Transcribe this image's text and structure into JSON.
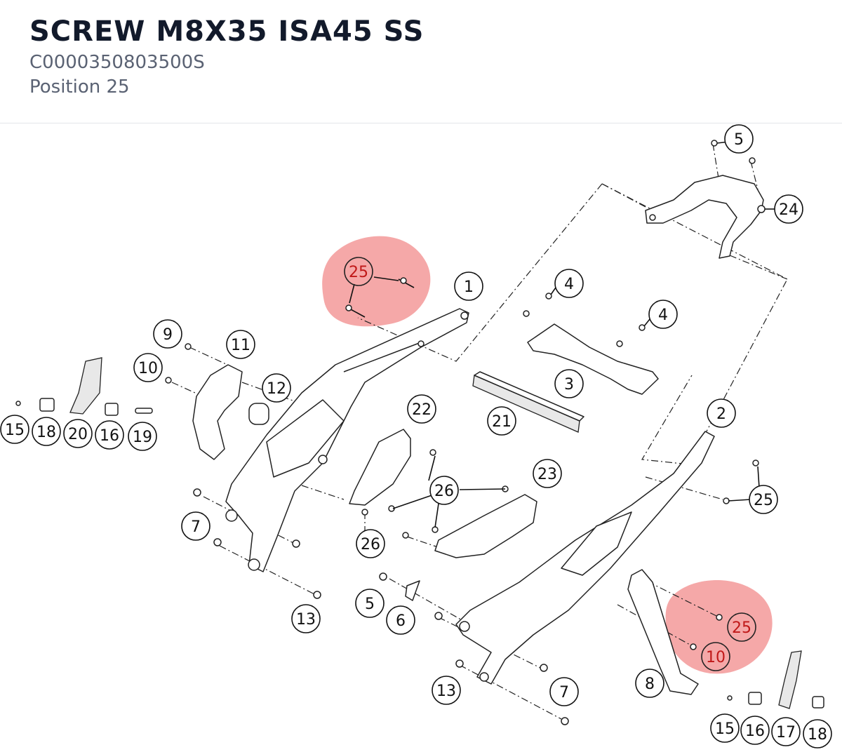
{
  "part": {
    "title": "SCREW M8X35 ISA45 SS",
    "article_number": "C0000350803500S",
    "position_label": "Position 25"
  },
  "highlight_color": "#f28b8b",
  "callouts": [
    {
      "id": "c25a",
      "label": "25",
      "highlight": true
    },
    {
      "id": "c1",
      "label": "1"
    },
    {
      "id": "c5a",
      "label": "5"
    },
    {
      "id": "c24",
      "label": "24"
    },
    {
      "id": "c4a",
      "label": "4"
    },
    {
      "id": "c4b",
      "label": "4"
    },
    {
      "id": "c3",
      "label": "3"
    },
    {
      "id": "c9",
      "label": "9"
    },
    {
      "id": "c11",
      "label": "11"
    },
    {
      "id": "c10a",
      "label": "10"
    },
    {
      "id": "c12",
      "label": "12"
    },
    {
      "id": "c15a",
      "label": "15"
    },
    {
      "id": "c18a",
      "label": "18"
    },
    {
      "id": "c20",
      "label": "20"
    },
    {
      "id": "c16a",
      "label": "16"
    },
    {
      "id": "c19",
      "label": "19"
    },
    {
      "id": "c22",
      "label": "22"
    },
    {
      "id": "c21",
      "label": "21"
    },
    {
      "id": "c2",
      "label": "2"
    },
    {
      "id": "c23",
      "label": "23"
    },
    {
      "id": "c26a",
      "label": "26"
    },
    {
      "id": "c26b",
      "label": "26"
    },
    {
      "id": "c25b",
      "label": "25"
    },
    {
      "id": "c7a",
      "label": "7"
    },
    {
      "id": "c13a",
      "label": "13"
    },
    {
      "id": "c5b",
      "label": "5"
    },
    {
      "id": "c6",
      "label": "6"
    },
    {
      "id": "c25c",
      "label": "25",
      "highlight": true
    },
    {
      "id": "c10b",
      "label": "10",
      "highlight": true
    },
    {
      "id": "c8",
      "label": "8"
    },
    {
      "id": "c13b",
      "label": "13"
    },
    {
      "id": "c7b",
      "label": "7"
    },
    {
      "id": "c15b",
      "label": "15"
    },
    {
      "id": "c16b",
      "label": "16"
    },
    {
      "id": "c17",
      "label": "17"
    },
    {
      "id": "c18b",
      "label": "18"
    }
  ]
}
